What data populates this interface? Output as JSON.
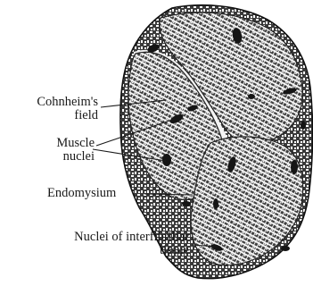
{
  "labels": {
    "cohnheims_field_line1": "Cohnheim's",
    "cohnheims_field_line2": "field",
    "muscle_nuclei_line1": "Muscle",
    "muscle_nuclei_line2": "nuclei",
    "endomysium": "Endomysium",
    "interfibrillar_line1": "Nuclei of interfibrillar",
    "interfibrillar_line2": "tissue"
  },
  "colors": {
    "ink": "#1a1a1a",
    "background": "#ffffff",
    "septa": "#f4f4f4",
    "nuclei": "#151515"
  }
}
